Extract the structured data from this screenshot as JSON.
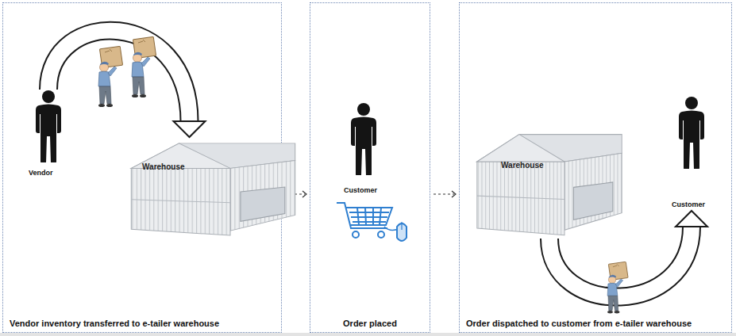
{
  "diagram": {
    "nodes": [
      {
        "text": [
          "Vendor inventory transferred to e-tailer warehouse"
        ]
      },
      {
        "text": [
          "Vendor"
        ],
        "in": 0
      },
      {
        "text": [
          "Warehouse"
        ],
        "in": 0
      },
      {
        "text": [
          "Order placed"
        ]
      },
      {
        "text": [
          "Customer"
        ],
        "in": 3
      },
      {
        "text": [
          "Order dispatched to customer from e-tailer warehouse"
        ]
      },
      {
        "text": [
          "Warehouse"
        ],
        "in": 5
      },
      {
        "text": [
          "Customer"
        ],
        "in": 5
      }
    ],
    "edges": [
      {
        "from": 0,
        "to": 3,
        "arrow": "to"
      },
      {
        "from": 3,
        "to": 5,
        "arrow": "to"
      },
      {
        "from": 1,
        "to": 2,
        "arrow": "to"
      },
      {
        "from": 6,
        "to": 7,
        "arrow": "to"
      }
    ]
  }
}
